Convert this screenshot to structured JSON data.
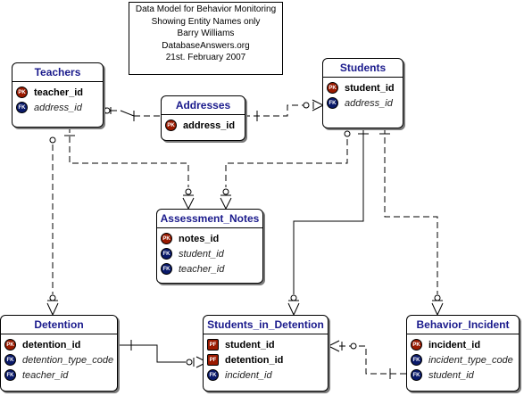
{
  "title_lines": [
    "Data Model for Behavior Monitoring",
    "Showing Entity Names only",
    "Barry Williams",
    "DatabaseAnswers.org",
    "21st. February 2007"
  ],
  "colors": {
    "entity_name": "#1a1a8c",
    "pk_badge": "#9a1a00",
    "fk_badge": "#0a1a6a"
  },
  "entities": {
    "teachers": {
      "name": "Teachers",
      "attributes": [
        {
          "badge": "PK",
          "name": "teacher_id",
          "kind": "key"
        },
        {
          "badge": "FK",
          "name": "address_id",
          "kind": "fkonly"
        }
      ]
    },
    "addresses": {
      "name": "Addresses",
      "attributes": [
        {
          "badge": "PK",
          "name": "address_id",
          "kind": "key"
        }
      ]
    },
    "students": {
      "name": "Students",
      "attributes": [
        {
          "badge": "PK",
          "name": "student_id",
          "kind": "key"
        },
        {
          "badge": "FK",
          "name": "address_id",
          "kind": "fkonly"
        }
      ]
    },
    "assessment_notes": {
      "name": "Assessment_Notes",
      "attributes": [
        {
          "badge": "PK",
          "name": "notes_id",
          "kind": "key"
        },
        {
          "badge": "FK",
          "name": "student_id",
          "kind": "fkonly"
        },
        {
          "badge": "FK",
          "name": "teacher_id",
          "kind": "fkonly"
        }
      ]
    },
    "detention": {
      "name": "Detention",
      "attributes": [
        {
          "badge": "PK",
          "name": "detention_id",
          "kind": "key"
        },
        {
          "badge": "FK",
          "name": "detention_type_code",
          "kind": "fkonly"
        },
        {
          "badge": "FK",
          "name": "teacher_id",
          "kind": "fkonly"
        }
      ]
    },
    "students_in_detention": {
      "name": "Students_in_Detention",
      "attributes": [
        {
          "badge": "PF",
          "name": "student_id",
          "kind": "key"
        },
        {
          "badge": "PF",
          "name": "detention_id",
          "kind": "key"
        },
        {
          "badge": "FK",
          "name": "incident_id",
          "kind": "fkonly"
        }
      ]
    },
    "behavior_incident": {
      "name": "Behavior_Incident",
      "attributes": [
        {
          "badge": "PK",
          "name": "incident_id",
          "kind": "key"
        },
        {
          "badge": "FK",
          "name": "incident_type_code",
          "kind": "fkonly"
        },
        {
          "badge": "FK",
          "name": "student_id",
          "kind": "fkonly"
        }
      ]
    }
  }
}
